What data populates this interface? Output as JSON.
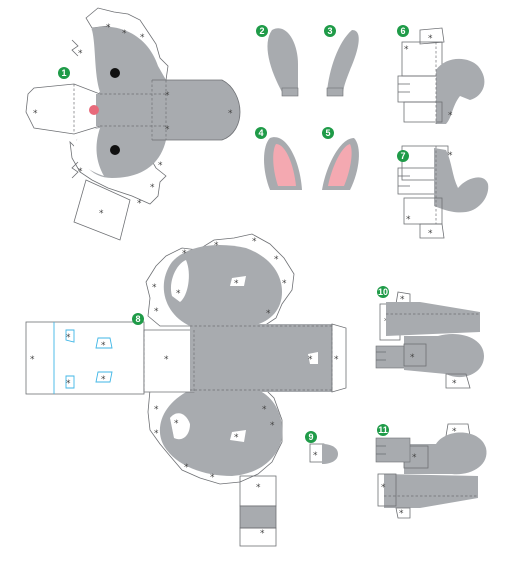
{
  "labels": {
    "p1": "1",
    "p2": "2",
    "p3": "3",
    "p4": "4",
    "p5": "5",
    "p6": "6",
    "p7": "7",
    "p8": "8",
    "p9": "9",
    "p10": "10",
    "p11": "11"
  },
  "mark": "*",
  "colors": {
    "grey": "#a8abaf",
    "pink": "#f4a9b1",
    "badge": "#1f9b48",
    "nose": "#e8697a",
    "eye": "#111111"
  }
}
